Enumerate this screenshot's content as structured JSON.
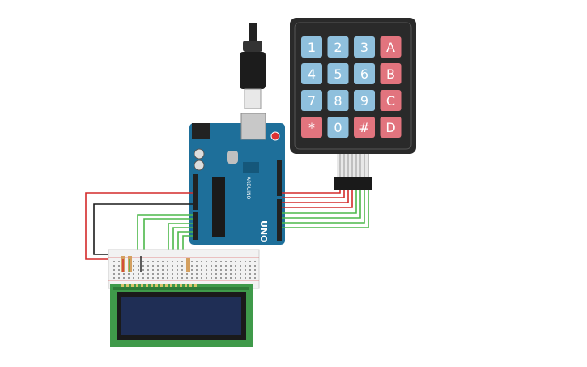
{
  "keypad": {
    "keys": [
      [
        "1",
        "2",
        "3",
        "A"
      ],
      [
        "4",
        "5",
        "6",
        "B"
      ],
      [
        "7",
        "8",
        "9",
        "C"
      ],
      [
        "*",
        "0",
        "#",
        "D"
      ]
    ],
    "colors": {
      "body": "#2a2a2a",
      "digit_key": "#8fc0dd",
      "letter_key": "#e2747e",
      "star_hash_key": "#e2747e"
    }
  },
  "arduino": {
    "logo_text": "UNO",
    "brand_text": "ARDUINO",
    "board_color": "#1e6f9a"
  },
  "wires": {
    "red": "#d42a2a",
    "black": "#1a1a1a",
    "green": "#4cb84a"
  },
  "lcd": {
    "screen_color": "#1f2e55",
    "board_color": "#3f9a4a"
  }
}
